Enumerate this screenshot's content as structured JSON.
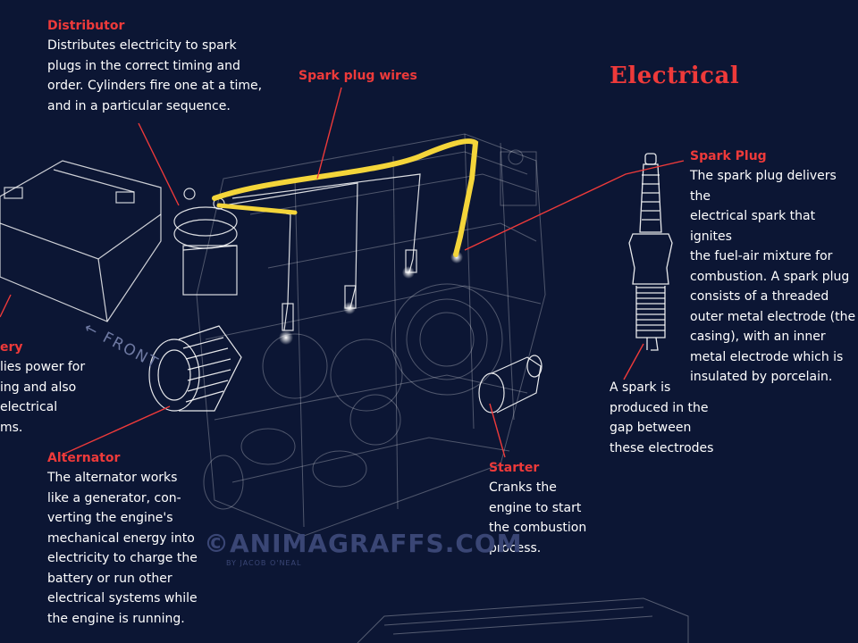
{
  "section_title": "Electrical",
  "colors": {
    "background": "#0c1634",
    "accent": "#ee3a3a",
    "wire": "#f4d53a",
    "line": "#ffffff"
  },
  "labels": {
    "distributor": {
      "title": "Distributor",
      "body": "Distributes electricity to spark\nplugs in the correct timing and\norder. Cylinders fire one at a time,\nand in a particular sequence."
    },
    "spark_plug_wires": {
      "title": "Spark plug wires"
    },
    "spark_plug": {
      "title": "Spark Plug",
      "body": "The spark plug delivers the\nelectrical spark that ignites\nthe fuel-air mixture for\ncombustion. A spark plug\nconsists of a threaded\nouter metal electrode (the\ncasing), with an inner\nmetal electrode which is\ninsulated by porcelain."
    },
    "spark_gap": {
      "body": "A spark is\nproduced in the\ngap between\nthese electrodes"
    },
    "battery": {
      "title": "ery",
      "body": "lies power for\ning and also\n electrical\nms."
    },
    "alternator": {
      "title": "Alternator",
      "body": "The alternator works\nlike a generator, con-\nverting the engine's\nmechanical energy into\nelectricity to charge the\nbattery or run other\nelectrical systems while\nthe engine is running."
    },
    "starter": {
      "title": "Starter",
      "body": "Cranks the\nengine to start\nthe combustion\nprocess."
    }
  },
  "front_label": "← FRONT",
  "watermark": "©ANIMAGRAFFS.COM",
  "watermark_sub": "BY JACOB O'NEAL"
}
